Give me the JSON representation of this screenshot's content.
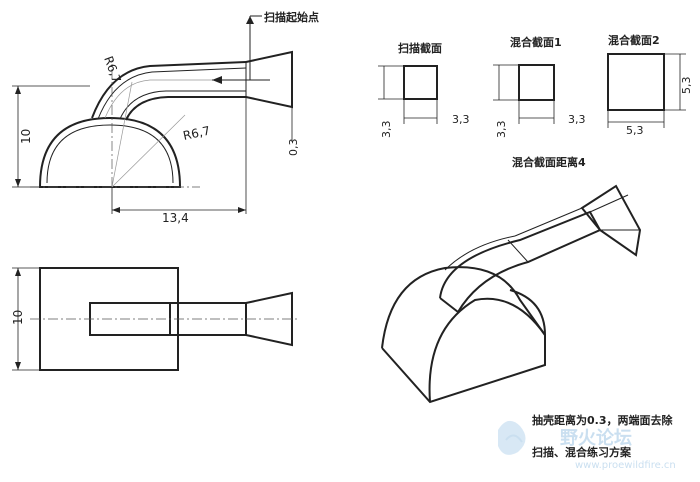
{
  "labels": {
    "sweep_start": "扫描起始点",
    "r_top": "R6,7",
    "r_bottom": "R6,7",
    "height_left": "10",
    "thickness": "0,3",
    "width_bottom": "13,4",
    "height_plan": "10",
    "sweep_section": "扫描截面",
    "sweep_w": "3,3",
    "sweep_h": "3,3",
    "blend1": "混合截面1",
    "blend1_w": "3,3",
    "blend1_h": "3,3",
    "blend2": "混合截面2",
    "blend2_w": "5,3",
    "blend2_h": "5,3",
    "blend_distance": "混合截面距离4",
    "note1": "抽壳距离为0.3，两端面去除",
    "note2": "扫描、混合练习方案",
    "watermark_text": "野火论坛",
    "watermark_url": "www.proewildfire.cn"
  }
}
